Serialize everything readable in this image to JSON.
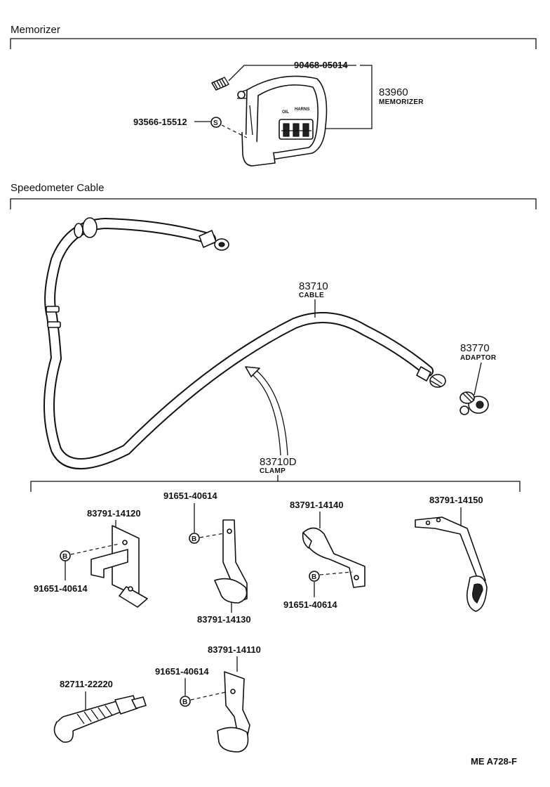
{
  "sections": {
    "memorizer": "Memorizer",
    "speedometer_cable": "Speedometer Cable"
  },
  "memorizer": {
    "screw_pn": "90468-05014",
    "assy_pn": "83960",
    "assy_name": "MEMORIZER",
    "s_part_pn": "93566-15512",
    "s_symbol": "S",
    "gauge_text_left": "OIL",
    "gauge_text_right": "HARNS"
  },
  "cable": {
    "cable_pn": "83710",
    "cable_name": "CABLE",
    "adaptor_pn": "83770",
    "adaptor_name": "ADAPTOR",
    "clamp_pn": "83710D",
    "clamp_name": "CLAMP"
  },
  "clamps": {
    "c1_pn": "83791-14120",
    "c1_bolt": "91651-40614",
    "c2_bolt": "91651-40614",
    "c2_pn": "83791-14130",
    "c3_pn": "83791-14140",
    "c3_bolt": "91651-40614",
    "c4_pn": "83791-14150",
    "c5_pn": "82711-22220",
    "c6_bolt": "91651-40614",
    "c6_pn": "83791-14110",
    "b_symbol": "B"
  },
  "footer": {
    "code": "ME  A728-F"
  }
}
